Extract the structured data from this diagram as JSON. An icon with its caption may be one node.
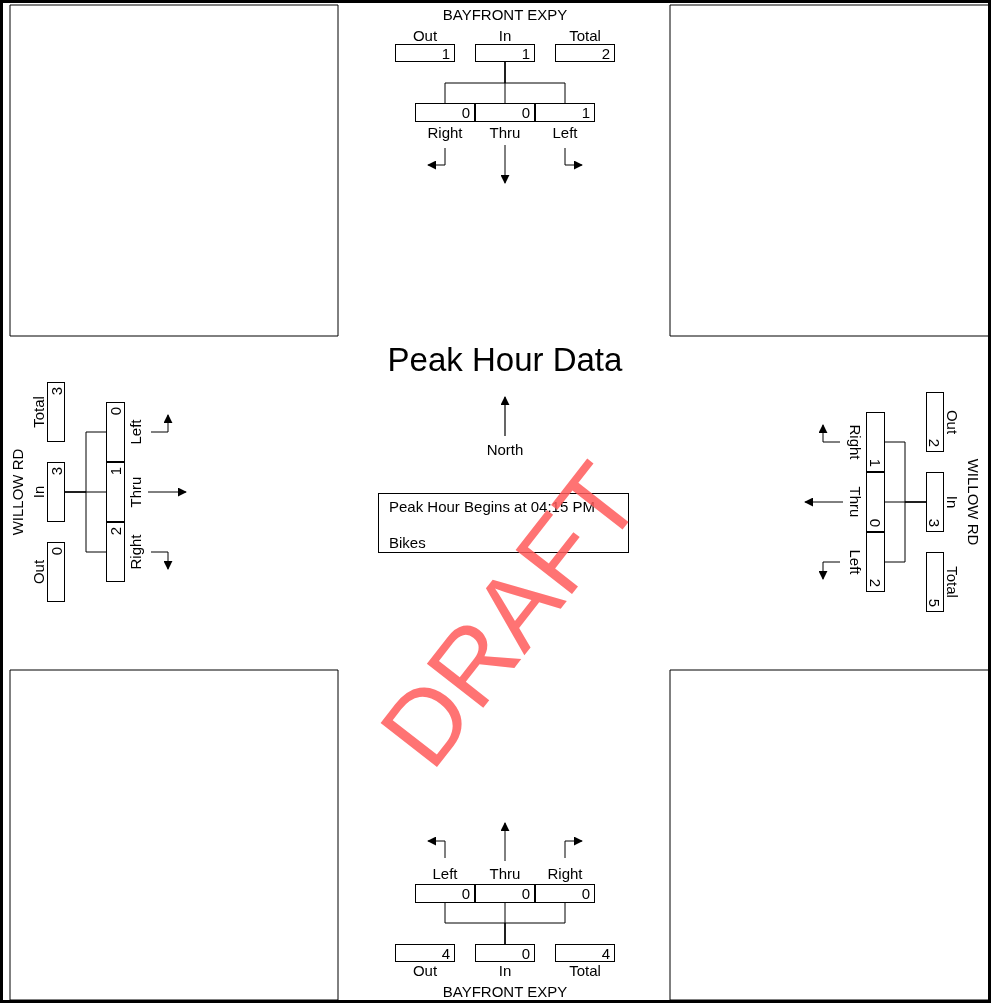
{
  "diagram": {
    "title": "Peak Hour Data",
    "nodes": [
      {
        "text": [
          "Out",
          "1"
        ]
      },
      {
        "text": [
          "In",
          "1"
        ]
      },
      {
        "text": [
          "Total",
          "2"
        ]
      },
      {
        "text": [
          "0",
          "Right"
        ]
      },
      {
        "text": [
          "0",
          "Thru"
        ]
      },
      {
        "text": [
          "1",
          "Left"
        ]
      },
      {
        "text": [
          "Out",
          "0"
        ]
      },
      {
        "text": [
          "In",
          "3"
        ]
      },
      {
        "text": [
          "Total",
          "3"
        ]
      },
      {
        "text": [
          "2",
          "Right"
        ]
      },
      {
        "text": [
          "1",
          "Thru"
        ]
      },
      {
        "text": [
          "0",
          "Left"
        ]
      },
      {
        "text": [
          "Peak Hour Begins at 04:15 PM",
          "Bikes"
        ]
      },
      {
        "text": [
          "Out",
          "2"
        ]
      },
      {
        "text": [
          "In",
          "3"
        ]
      },
      {
        "text": [
          "Total",
          "5"
        ]
      },
      {
        "text": [
          "1",
          "Right"
        ]
      },
      {
        "text": [
          "0",
          "Thru"
        ]
      },
      {
        "text": [
          "2",
          "Left"
        ]
      },
      {
        "text": [
          "Left",
          "0"
        ]
      },
      {
        "text": [
          "Thru",
          "0"
        ]
      },
      {
        "text": [
          "Right",
          "0"
        ]
      },
      {
        "text": [
          "4",
          "Out"
        ]
      },
      {
        "text": [
          "0",
          "In"
        ]
      },
      {
        "text": [
          "4",
          "Total"
        ]
      }
    ],
    "edges": [
      {
        "from": 1,
        "to": 3,
        "arrow": "none"
      },
      {
        "from": 1,
        "to": 4,
        "arrow": "none"
      },
      {
        "from": 1,
        "to": 5,
        "arrow": "none"
      },
      {
        "from": 7,
        "to": 9,
        "arrow": "none"
      },
      {
        "from": 7,
        "to": 10,
        "arrow": "none"
      },
      {
        "from": 7,
        "to": 11,
        "arrow": "none"
      },
      {
        "from": 14,
        "to": 16,
        "arrow": "none"
      },
      {
        "from": 14,
        "to": 17,
        "arrow": "none"
      },
      {
        "from": 14,
        "to": 18,
        "arrow": "none"
      },
      {
        "from": 23,
        "to": 19,
        "arrow": "none"
      },
      {
        "from": 23,
        "to": 20,
        "arrow": "none"
      },
      {
        "from": 23,
        "to": 21,
        "arrow": "none"
      }
    ],
    "labels": [
      "BAYFRONT EXPY",
      "WILLOW RD",
      "North",
      "WILLOW RD",
      "BAYFRONT EXPY",
      "DRAFT"
    ]
  }
}
